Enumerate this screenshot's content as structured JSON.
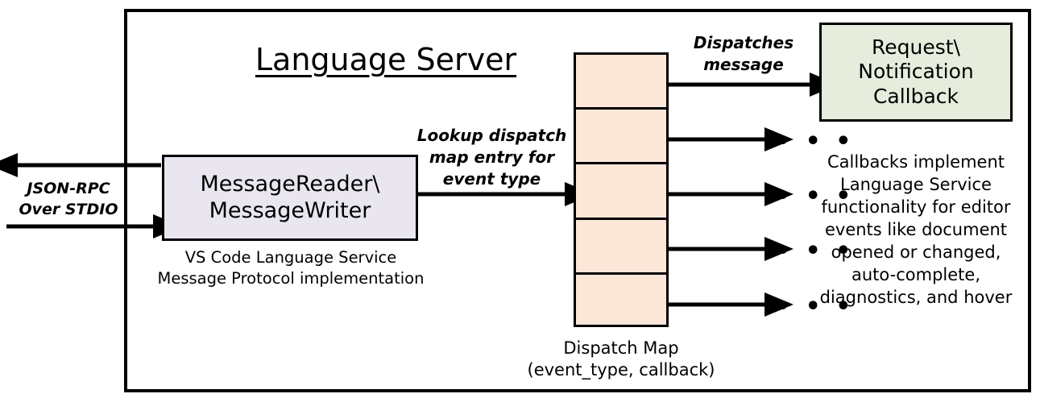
{
  "diagram": {
    "title": "Language Server",
    "boxes": {
      "message_io": {
        "label": "MessageReader\\\nMessageWriter",
        "caption": "VS Code Language Service\nMessage Protocol implementation",
        "fill": "#EAE6F0"
      },
      "dispatch_map": {
        "caption": "Dispatch Map\n(event_type, callback)",
        "fill": "#FCE6D8",
        "rows": 5
      },
      "callback": {
        "label": "Request\\\nNotification\nCallback",
        "caption": "Callbacks implement Language Service functionality for editor events like document opened or changed, auto-complete, diagnostics, and hover",
        "caption_lines": "Callbacks implement\nLanguage Service\nfunctionality for editor\nevents like document\nopened or changed,\nauto-complete,\ndiagnostics, and hover",
        "fill": "#E6EDDD"
      }
    },
    "edge_labels": {
      "transport": "JSON-RPC\nOver STDIO",
      "lookup": "Lookup dispatch\nmap entry for\nevent type",
      "dispatch": "Dispatches\nmessage"
    },
    "ellipses": [
      "• • •",
      "• • •",
      "• • •",
      "• • •"
    ],
    "colors": {
      "stroke": "#000000",
      "background": "#FFFFFF"
    }
  }
}
